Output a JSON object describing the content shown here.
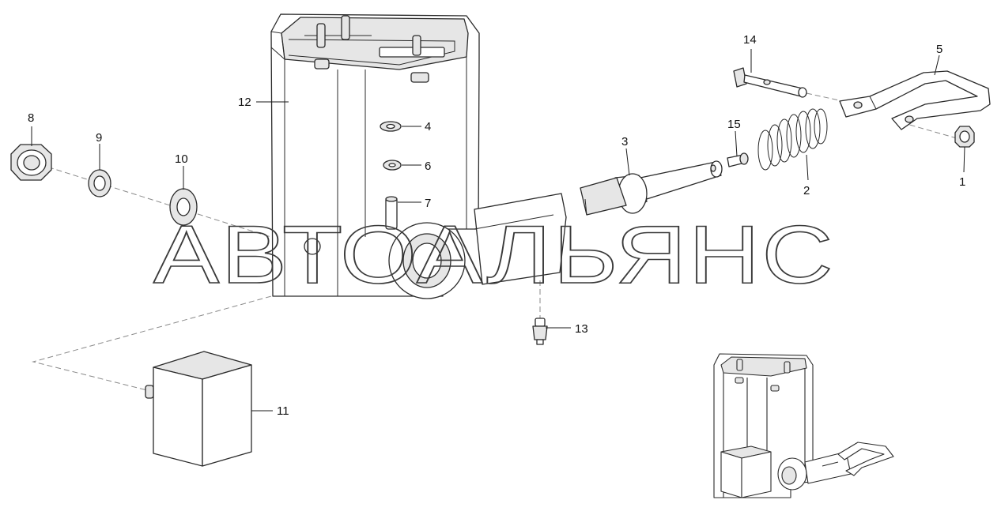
{
  "callouts": {
    "p1": "1",
    "p2": "2",
    "p3": "3",
    "p4": "4",
    "p5": "5",
    "p6": "6",
    "p7": "7",
    "p8": "8",
    "p9": "9",
    "p10": "10",
    "p11": "11",
    "p12": "12",
    "p13": "13",
    "p14": "14",
    "p15": "15"
  },
  "watermark": "АВТОАЛЬЯНС",
  "colors": {
    "line": "#2a2a2a",
    "axis": "#8a8a8a",
    "background": "#ffffff"
  }
}
